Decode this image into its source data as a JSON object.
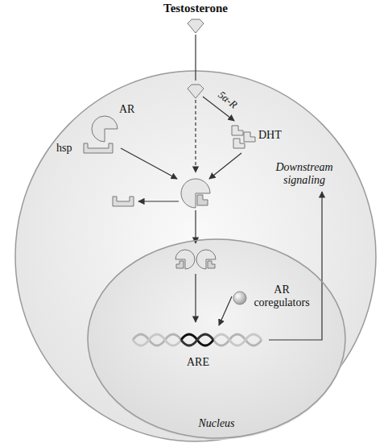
{
  "diagram": {
    "nodes": [
      {
        "text": [
          "Testosterone"
        ]
      },
      {
        "text": [
          "AR",
          "hsp"
        ]
      },
      {
        "text": [
          "DHT"
        ]
      },
      {
        "text": [
          "Nucleus"
        ]
      },
      {
        "text": [
          "AR coregulators"
        ],
        "in": 3
      },
      {
        "text": [
          "ARE"
        ],
        "in": 3
      }
    ],
    "edges": [
      {
        "from": 0,
        "to": 2,
        "label": "5α-R",
        "arrow": "to"
      },
      {
        "from": 4,
        "to": 5,
        "arrow": "to"
      }
    ],
    "labels": [
      "Downstream signaling"
    ]
  }
}
